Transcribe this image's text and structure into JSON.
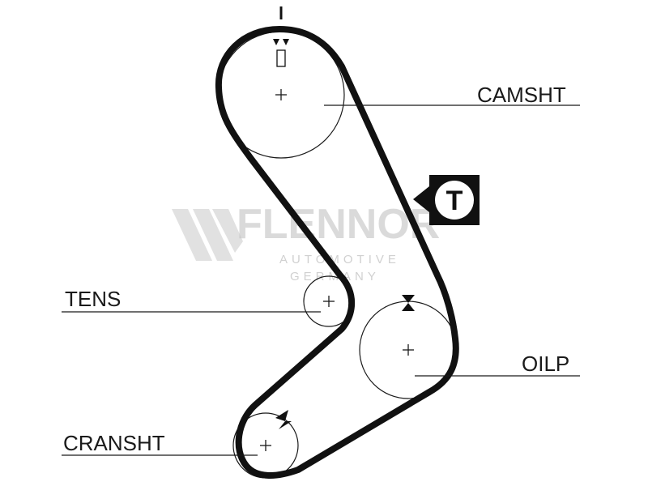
{
  "labels": {
    "camshaft": "CAMSHT",
    "tensioner": "TENS",
    "oil_pump": "OILP",
    "crankshaft": "CRANSHT",
    "tension_symbol": "T"
  },
  "watermark": {
    "brand": "FLENNOR",
    "line1": "AUTOMOTIVE",
    "line2": "GERMANY",
    "registered": "®"
  },
  "colors": {
    "ink": "#111111",
    "watermark": "#bdbdbd",
    "background": "#ffffff"
  }
}
